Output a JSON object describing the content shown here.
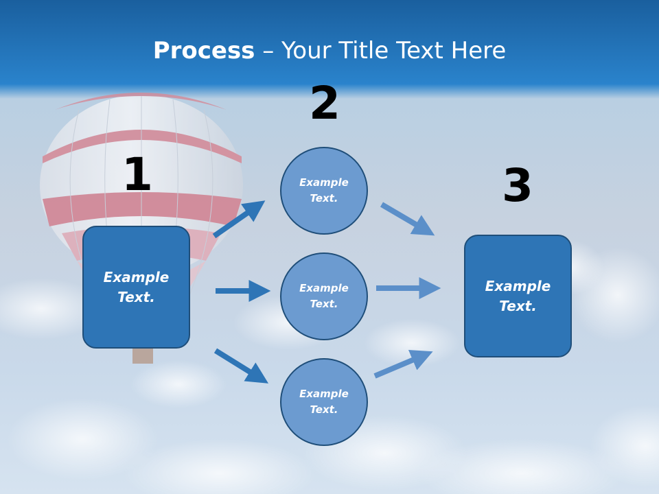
{
  "slide": {
    "title_bold": "Process",
    "title_rest": " – Your Title Text Here"
  },
  "steps": [
    {
      "number": "1",
      "text_line1": "Example",
      "text_line2": "Text."
    },
    {
      "number": "2"
    },
    {
      "number": "3",
      "text_line1": "Example",
      "text_line2": "Text."
    }
  ],
  "circles": [
    {
      "text_line1": "Example",
      "text_line2": "Text."
    },
    {
      "text_line1": "Example",
      "text_line2": "Text."
    },
    {
      "text_line1": "Example",
      "text_line2": "Text."
    }
  ],
  "colors": {
    "header_blue": "#1e6fb8",
    "box_fill": "#2e75b6",
    "circle_fill": "#6c9bd0",
    "outline": "#1f4e79",
    "arrow_dark": "#2e75b6",
    "arrow_light": "#5b8fc9"
  }
}
